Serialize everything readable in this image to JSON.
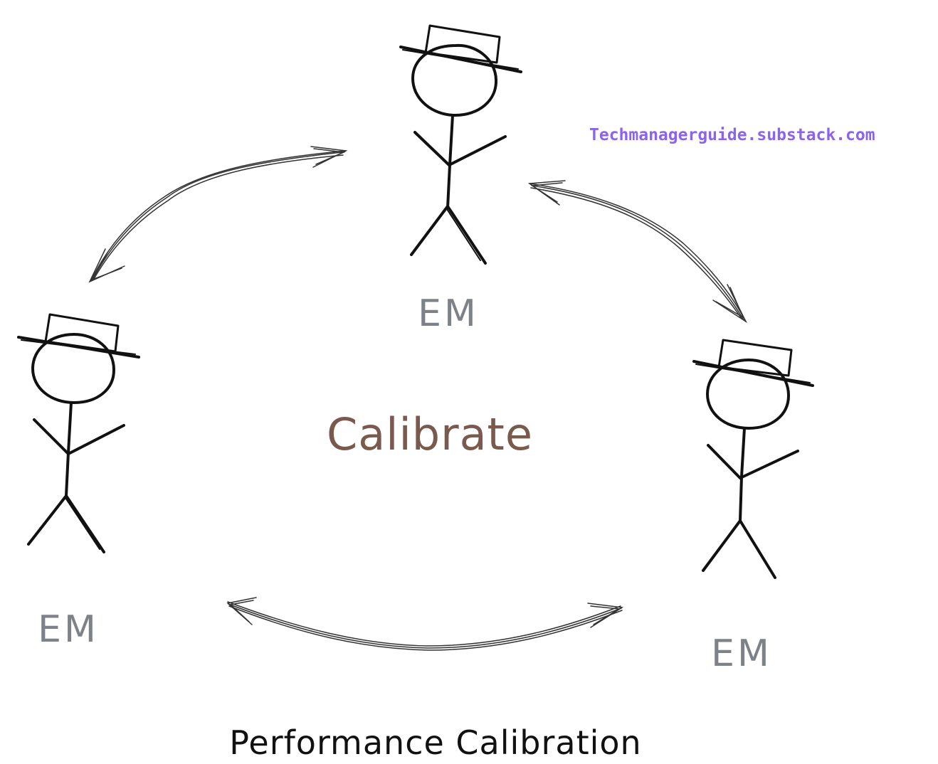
{
  "watermark": {
    "text": "Techmanagerguide.substack.com",
    "color": "#8a63f0"
  },
  "center_label": {
    "text": "Calibrate",
    "color": "#7a5a4e"
  },
  "title": {
    "text": "Performance Calibration",
    "color": "#111111"
  },
  "nodes": [
    {
      "label": "EM",
      "color": "#7d8288",
      "icon": "stick-figure-with-hat-icon"
    },
    {
      "label": "EM",
      "color": "#7d8288",
      "icon": "stick-figure-with-hat-icon"
    },
    {
      "label": "EM",
      "color": "#7d8288",
      "icon": "stick-figure-with-hat-icon"
    }
  ],
  "edges": [
    {
      "from": 0,
      "to": 1,
      "type": "bidirectional"
    },
    {
      "from": 0,
      "to": 2,
      "type": "bidirectional"
    },
    {
      "from": 1,
      "to": 2,
      "type": "bidirectional"
    }
  ]
}
